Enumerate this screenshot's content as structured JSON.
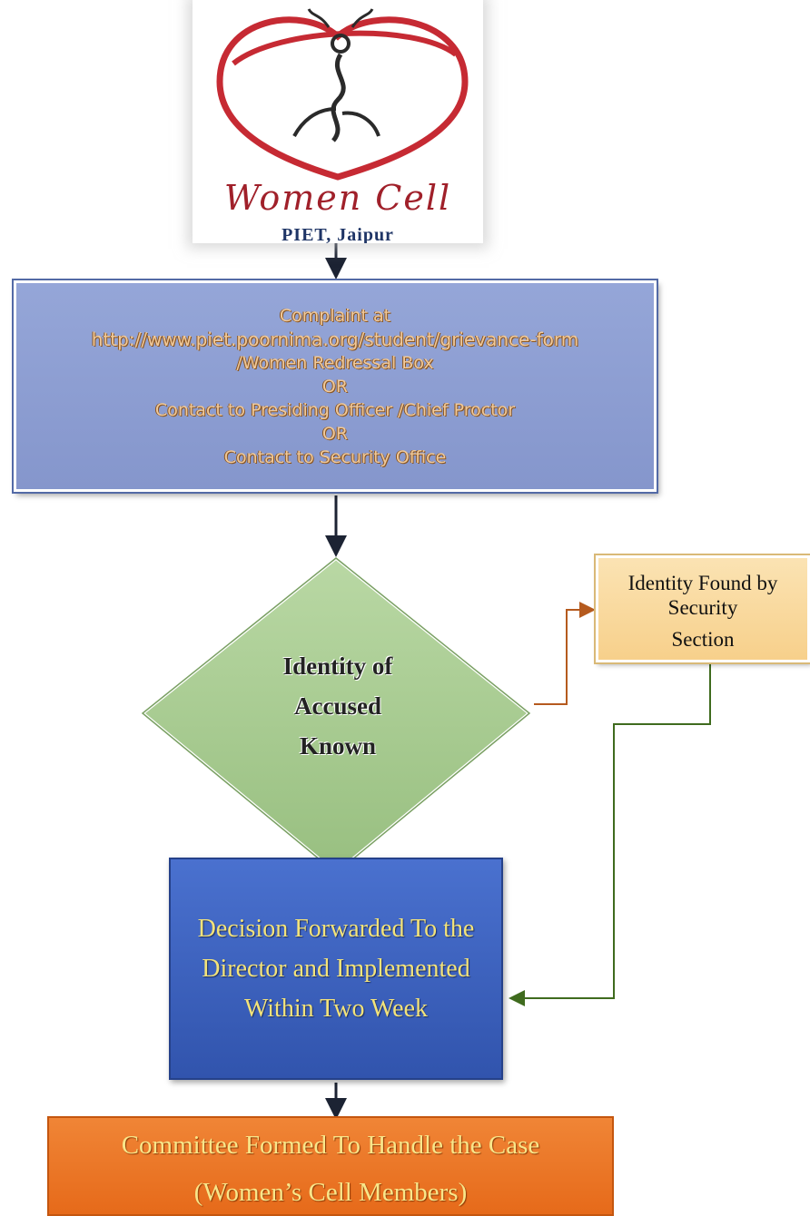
{
  "logo": {
    "title": "Women Cell",
    "subtitle": "PIET, Jaipur"
  },
  "complaint": {
    "lines": [
      "Complaint at",
      "http://www.piet.poornima.org/student/grievance-form",
      "/Women Redressal Box",
      "OR",
      "Contact to Presiding Officer /Chief Proctor",
      "OR",
      "Contact to Security Office"
    ]
  },
  "decision_node": {
    "lines": [
      "Identity of",
      "Accused",
      "Known"
    ]
  },
  "identity_found": {
    "lines": [
      "Identity Found by",
      "Security",
      "Section"
    ]
  },
  "decision_forwarded": {
    "text": "Decision Forwarded To the Director and Implemented Within Two Week"
  },
  "committee": {
    "lines": [
      "Committee Formed To Handle the Case",
      "(Women’s Cell Members)"
    ]
  },
  "colors": {
    "complaint_fill": "#8d9ed2",
    "diamond_fill": "#a9cc94",
    "identity_found_fill": "#f9d898",
    "decision_fill": "#3f63c0",
    "committee_fill": "#ec7625",
    "arrow_dark": "#1c2333",
    "arrow_orange": "#b55a1e",
    "arrow_green": "#3f6b1e"
  }
}
